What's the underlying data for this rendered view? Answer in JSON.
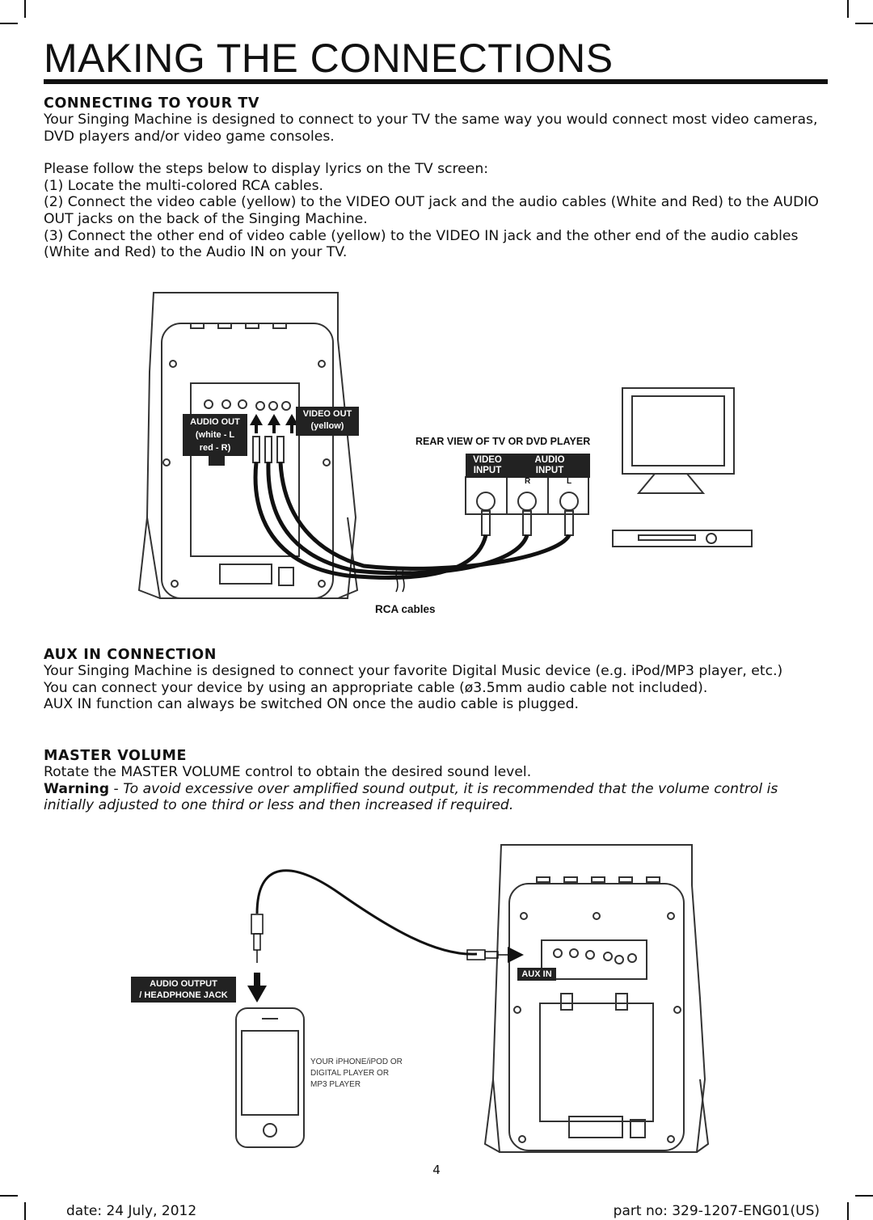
{
  "title": "MAKING THE CONNECTIONS",
  "connecting_tv": {
    "heading": "CONNECTING TO YOUR TV",
    "intro": "Your Singing Machine is designed to connect to your TV the same way you would connect most video cameras, DVD players and/or video game consoles.",
    "steps_intro": "Please follow the steps below to display lyrics on the TV screen:",
    "step1": "(1) Locate the multi-colored RCA cables.",
    "step2": "(2) Connect the video cable (yellow) to the VIDEO OUT jack and the audio cables (White and Red) to the AUDIO OUT jacks on the back of the Singing Machine.",
    "step3": "(3) Connect the other end of video cable (yellow) to the VIDEO IN jack and the other end of the audio cables (White and Red) to the Audio IN on your TV."
  },
  "figure1": {
    "audio_out_line1": "AUDIO OUT",
    "audio_out_line2": "(white - L",
    "audio_out_line3": "red - R)",
    "video_out_line1": "VIDEO OUT",
    "video_out_line2": "(yellow)",
    "rear_view": "REAR VIEW OF TV OR DVD PLAYER",
    "video_input_line1": "VIDEO",
    "video_input_line2": "INPUT",
    "audio_input_line1": "AUDIO",
    "audio_input_line2": "INPUT",
    "r": "R",
    "l": "L",
    "rca_cables": "RCA cables"
  },
  "aux": {
    "heading": "AUX IN CONNECTION",
    "p1": "Your Singing Machine is designed to connect your favorite Digital Music device (e.g. iPod/MP3 player, etc.)",
    "p2": "You can connect your device by using an appropriate cable (ø3.5mm audio cable not included).",
    "p3": "AUX IN function can always be switched ON once the audio cable is plugged."
  },
  "master_volume": {
    "heading": "MASTER VOLUME",
    "p1": "Rotate the MASTER VOLUME control to obtain the desired sound level.",
    "warning_label": "Warning",
    "warning_sep": " - ",
    "warning_text": "To avoid excessive over amplified sound output, it is recommended that the volume control is initially adjusted to one third or less and then increased if required."
  },
  "figure2": {
    "audio_output_line1": "AUDIO OUTPUT",
    "audio_output_line2": "/ HEADPHONE JACK",
    "aux_in": "AUX IN",
    "device_line1": "YOUR iPHONE/iPOD OR",
    "device_line2": "DIGITAL PLAYER OR",
    "device_line3": "MP3 PLAYER"
  },
  "page_number": "4",
  "footer": {
    "date": "date: 24 July, 2012",
    "part": "part no: 329-1207-ENG01(US)"
  }
}
